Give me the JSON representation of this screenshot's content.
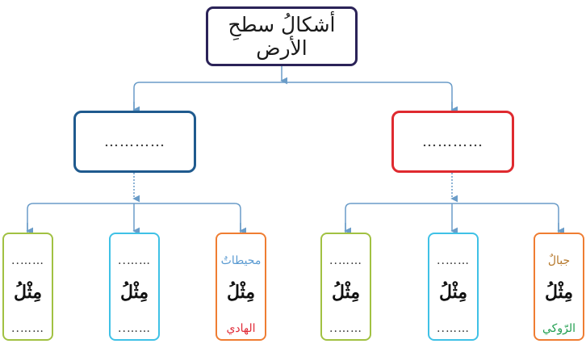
{
  "diagram": {
    "root": {
      "label": "أشكالُ سطحِ الأرض"
    },
    "branches": {
      "right": {
        "label": "…………",
        "border_color": "#df2a2f",
        "leaves": [
          {
            "top": "جبالٌ",
            "top_color": "#b5772a",
            "middle": "مِثْلُ",
            "bottom": "الرّوكي",
            "bottom_color": "#1f9e4e",
            "border_color": "#ef7d32"
          },
          {
            "top": "……..",
            "top_color": "#333333",
            "middle": "مِثْلُ",
            "bottom": "……..",
            "bottom_color": "#333333",
            "border_color": "#3fc1e6"
          },
          {
            "top": "……..",
            "top_color": "#333333",
            "middle": "مِثْلُ",
            "bottom": "……..",
            "bottom_color": "#333333",
            "border_color": "#a1c142"
          }
        ]
      },
      "left": {
        "label": "…………",
        "border_color": "#1f5a8e",
        "leaves": [
          {
            "top": "محيطاتٌ",
            "top_color": "#5b9bd2",
            "middle": "مِثْلُ",
            "bottom": "الهادي",
            "bottom_color": "#e02a36",
            "border_color": "#ef7d32"
          },
          {
            "top": "……..",
            "top_color": "#333333",
            "middle": "مِثْلُ",
            "bottom": "……..",
            "bottom_color": "#333333",
            "border_color": "#3fc1e6"
          },
          {
            "top": "……..",
            "top_color": "#333333",
            "middle": "مِثْلُ",
            "bottom": "……..",
            "bottom_color": "#333333",
            "border_color": "#a1c142"
          }
        ]
      }
    },
    "connector_color": "#6a9cc8"
  }
}
